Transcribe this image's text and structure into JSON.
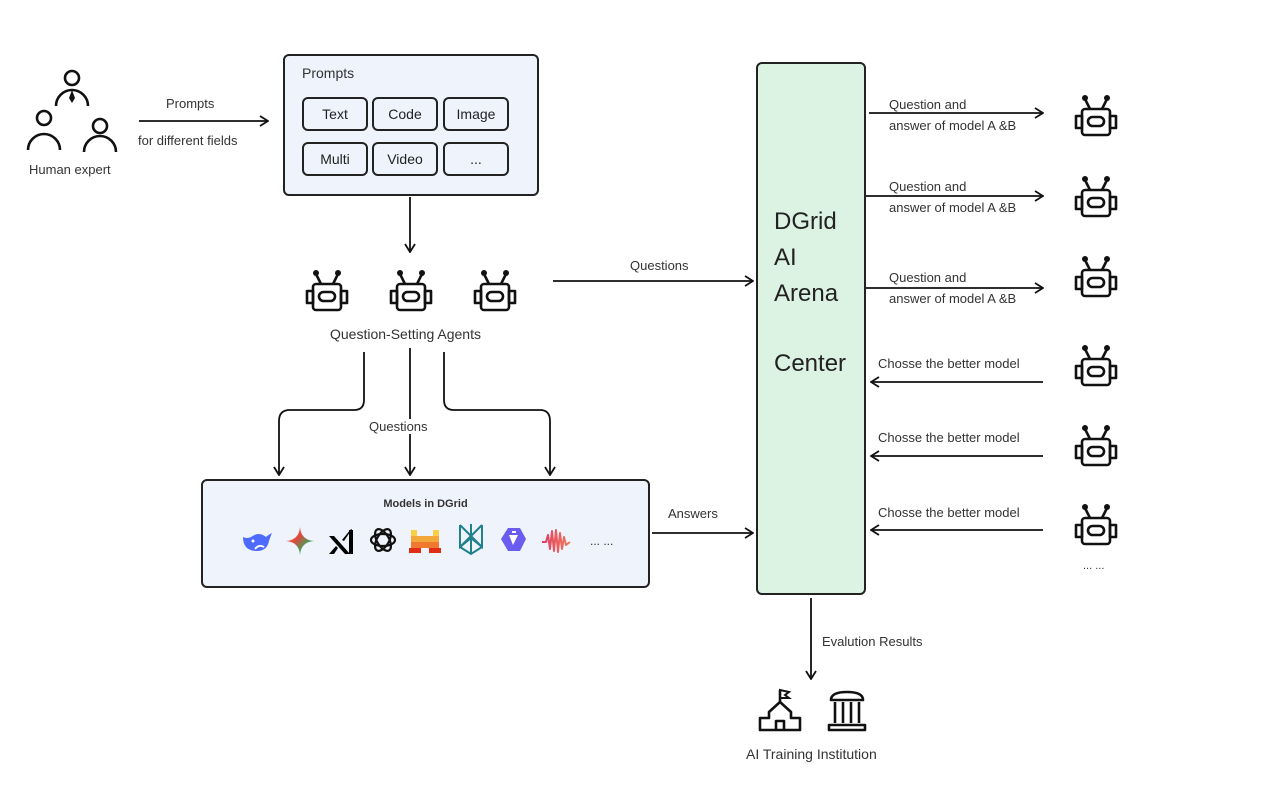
{
  "human_expert": {
    "label": "Human expert",
    "icon": "people-group-icon",
    "arrow_label_top": "Prompts",
    "arrow_label_bottom": "for different fields"
  },
  "prompts_box": {
    "title": "Prompts",
    "chips": [
      "Text",
      "Code",
      "Image",
      "Multi",
      "Video",
      "..."
    ]
  },
  "agents": {
    "label": "Question-Setting Agents",
    "icon": "robot-icon",
    "count": 3,
    "to_arena_label": "Questions",
    "to_models_label": "Questions"
  },
  "models_box": {
    "title": "Models in DGrid",
    "logos": [
      "deepseek-logo",
      "gemini-logo",
      "xai-logo",
      "openai-logo",
      "mistral-logo",
      "perplexity-logo",
      "qwen-logo",
      "audio-wave-logo"
    ],
    "more": "... ...",
    "answers_label": "Answers"
  },
  "arena": {
    "lines": [
      "DGrid",
      "AI",
      "Arena",
      "Center"
    ],
    "color": "#dcf3e3"
  },
  "evaluators": {
    "outgoing": [
      {
        "line1": "Question  and",
        "line2": "answer of model A &B"
      },
      {
        "line1": "Question and",
        "line2": "answer of model A &B"
      },
      {
        "line1": "Question and",
        "line2": "answer of model A &B"
      }
    ],
    "incoming": [
      {
        "label": "Chosse the  better model"
      },
      {
        "label": "Chosse the  better model"
      },
      {
        "label": "Chosse the  better model"
      }
    ],
    "more": "... ..."
  },
  "results": {
    "arrow_label": "Evalution Results",
    "institution_label": "AI Training Institution"
  }
}
